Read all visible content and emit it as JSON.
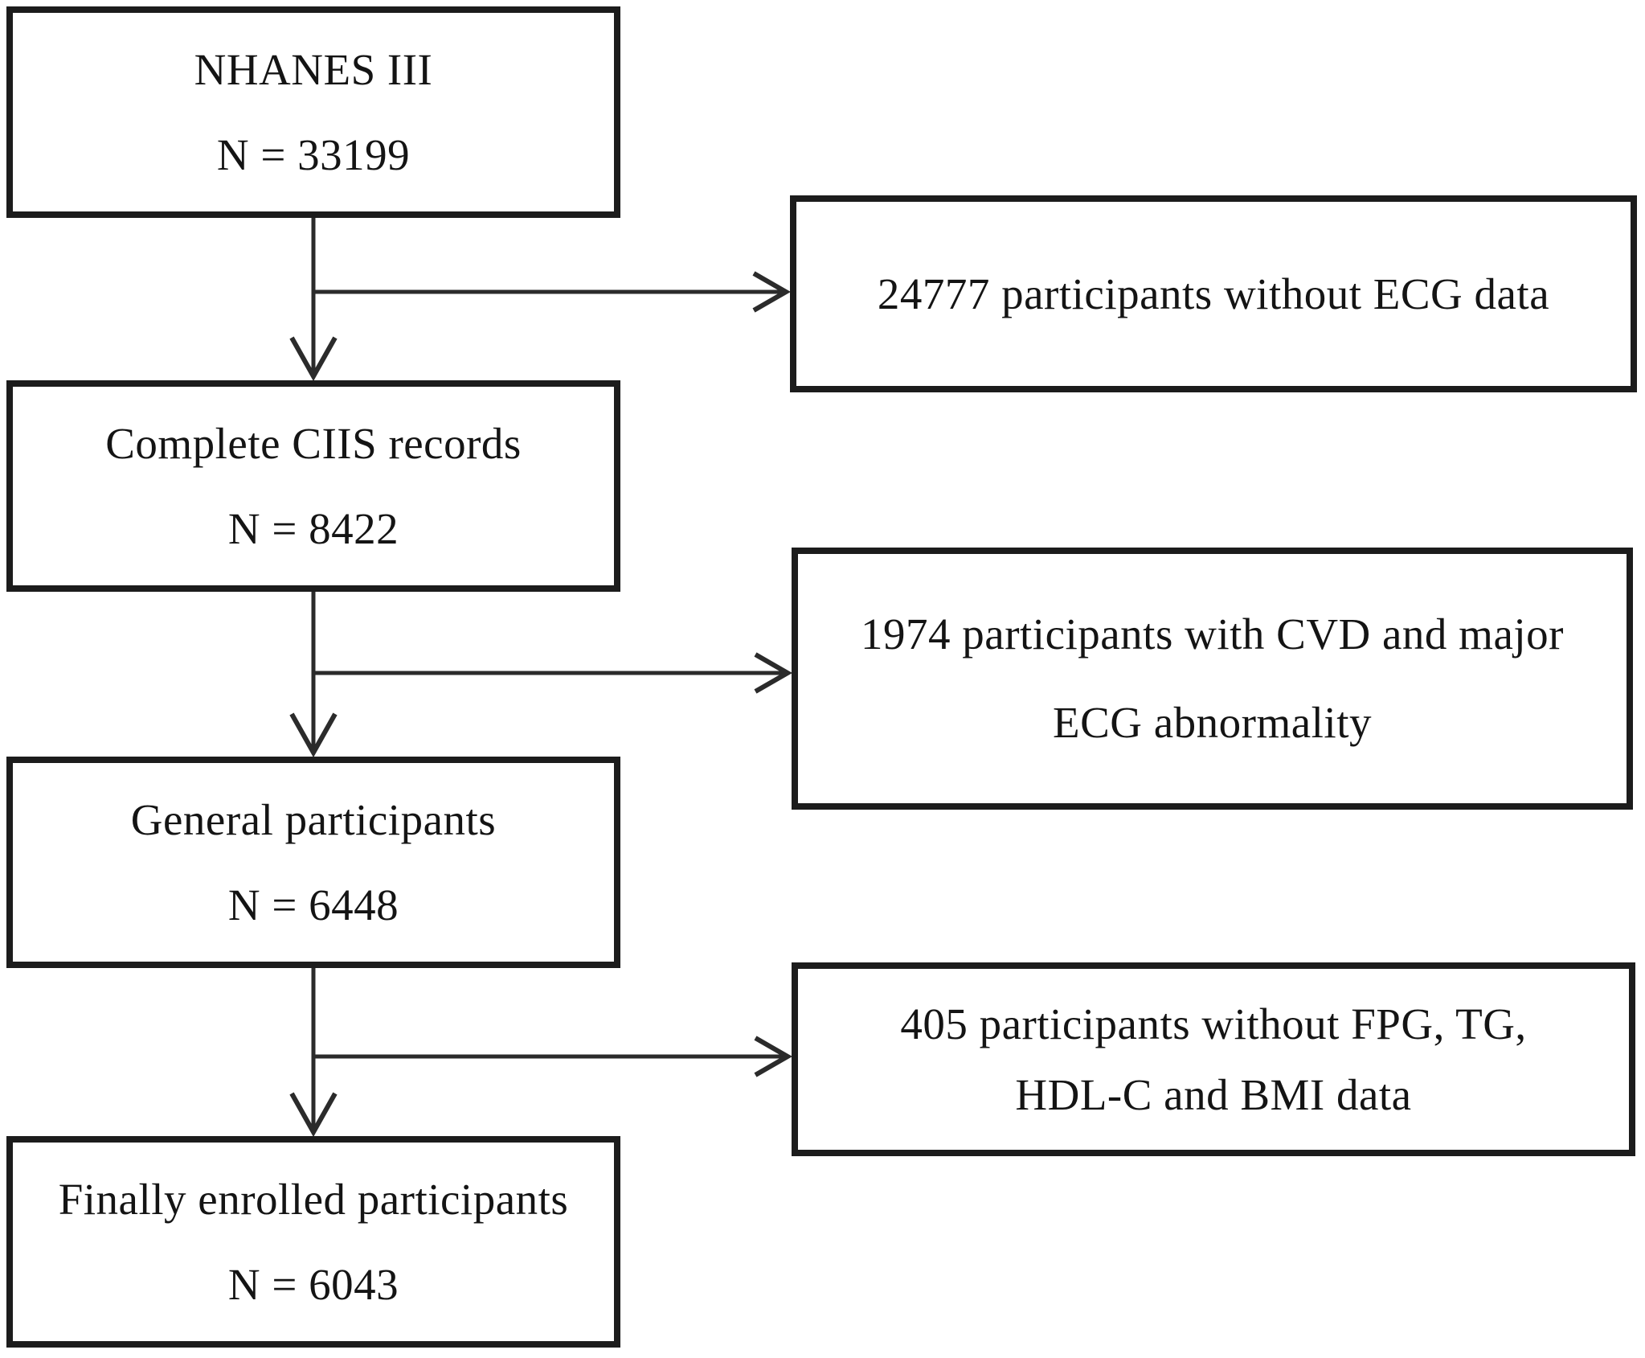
{
  "diagram": {
    "type": "participant-flowchart",
    "study": "NHANES III",
    "main_boxes": [
      {
        "title": "NHANES III",
        "count_label": "N = 33199"
      },
      {
        "title": "Complete CIIS records",
        "count_label": "N = 8422"
      },
      {
        "title": "General participants",
        "count_label": "N = 6448"
      },
      {
        "title": "Finally enrolled participants",
        "count_label": "N = 6043"
      }
    ],
    "exclusion_boxes": [
      {
        "lines": [
          "24777 participants without ECG data"
        ]
      },
      {
        "lines": [
          "1974 participants with CVD and major",
          "ECG abnormality"
        ]
      },
      {
        "lines": [
          "405 participants without FPG, TG,",
          "HDL-C and BMI data"
        ]
      }
    ],
    "colors": {
      "border": "#1c1c1c",
      "text": "#141414",
      "background": "#ffffff",
      "line": "#2b2b2b"
    }
  }
}
